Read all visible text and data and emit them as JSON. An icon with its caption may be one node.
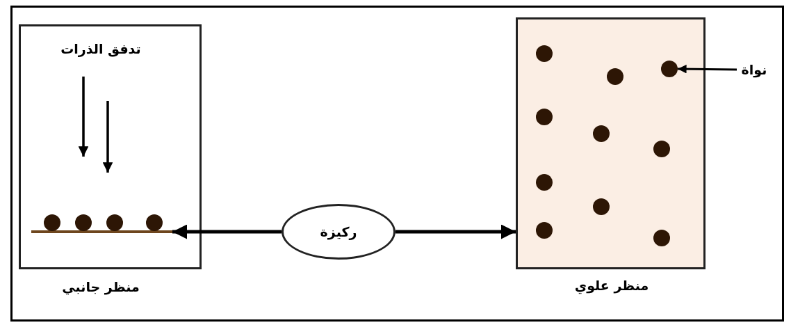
{
  "diagram": {
    "nodes": [
      {
        "text": [
          "منظر جانبي"
        ]
      },
      {
        "text": [],
        "shape": "bar",
        "in": 0
      },
      {
        "text": [
          "ركيزة"
        ]
      },
      {
        "text": [
          "منظر علوي"
        ]
      },
      {
        "text": [],
        "shape": "circle",
        "in": 3
      },
      {
        "text": [
          "نواة"
        ]
      }
    ],
    "edges": [
      {
        "from": 2,
        "to": 1,
        "arrow": "to"
      },
      {
        "from": 2,
        "to": 3,
        "arrow": "to"
      },
      {
        "from": 5,
        "to": 4,
        "arrow": "to"
      }
    ],
    "labels": [
      "تدفق الذرات"
    ]
  }
}
